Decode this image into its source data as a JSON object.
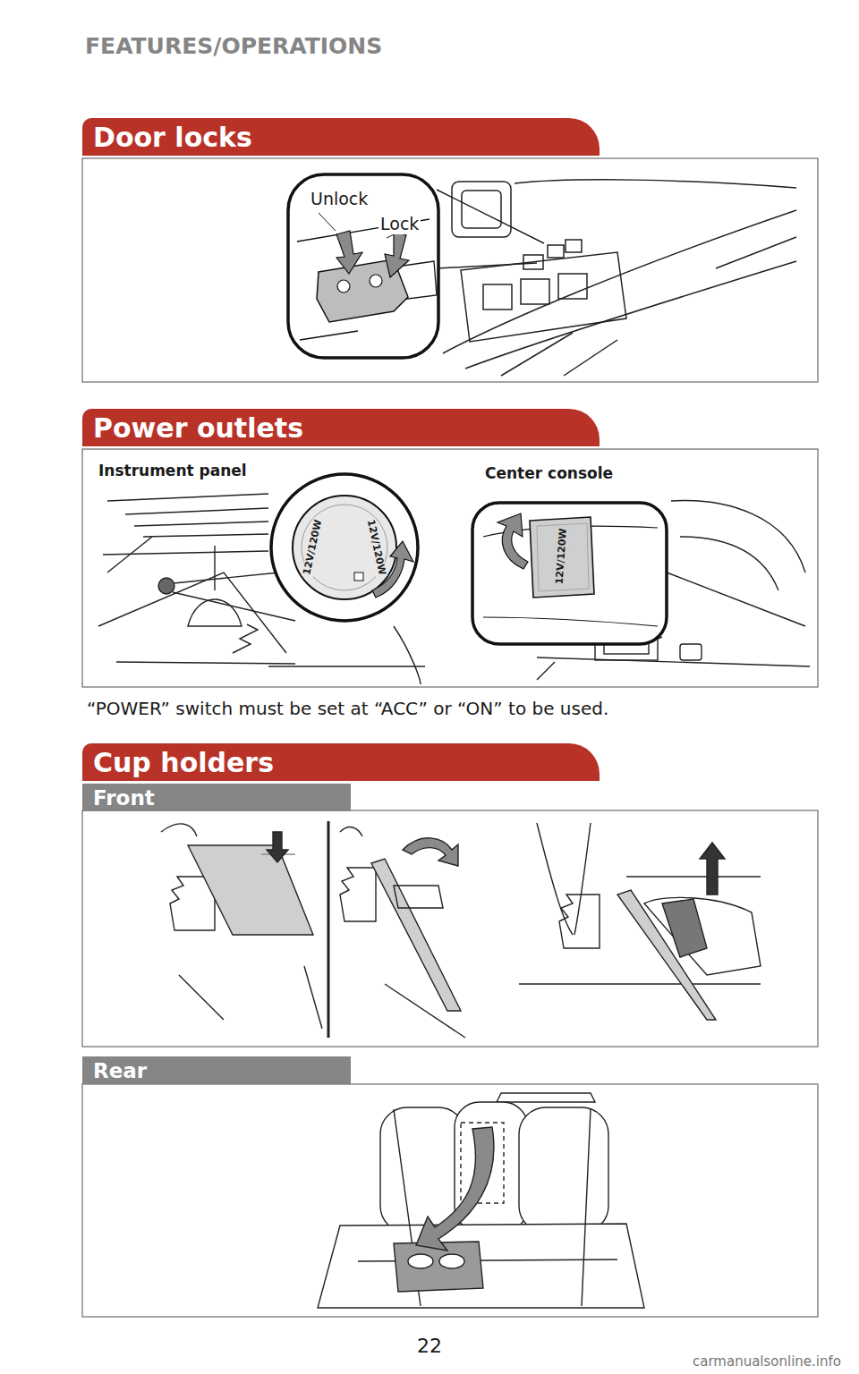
{
  "diagram": {
    "title": "FEATURES/OPERATIONS",
    "nodes": [
      {
        "text": [
          "Door locks"
        ]
      },
      {
        "text": [
          "Power outlets"
        ]
      },
      {
        "text": [
          "Cup holders"
        ]
      },
      {
        "text": [
          "Front"
        ]
      },
      {
        "text": [
          "Rear"
        ]
      }
    ],
    "labels": [
      "Unlock",
      "Lock",
      "Instrument panel",
      "Center console",
      "12V/120W",
      "12V/120W",
      "12V/120W",
      "“POWER” switch must be set at “ACC” or “ON” to be used.",
      "22",
      "carmanualsonline.info"
    ]
  }
}
